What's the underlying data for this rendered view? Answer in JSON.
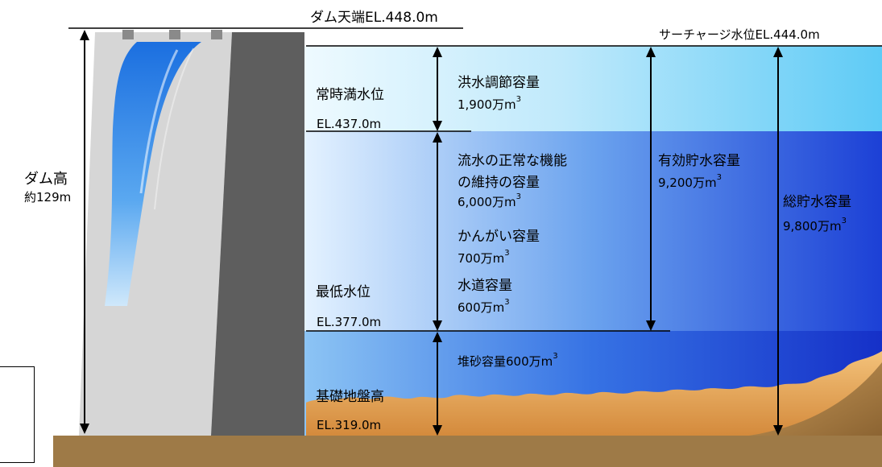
{
  "crest": {
    "text": "ダム天端EL.448.0m"
  },
  "surcharge": {
    "text": "サーチャージ水位EL.444.0m"
  },
  "dam_height": {
    "line1": "ダム高",
    "line2": "約129m"
  },
  "normal_level": {
    "name": "常時満水位",
    "el": "EL.437.0m"
  },
  "minimum_level": {
    "name": "最低水位",
    "el": "EL.377.0m"
  },
  "foundation": {
    "name": "基礎地盤高",
    "el": "EL.319.0m"
  },
  "flood_control": {
    "name": "洪水調節容量",
    "value": "1,900万m",
    "sup": "3"
  },
  "normal_function": {
    "line1": "流水の正常な機能",
    "line2": "の維持の容量",
    "value": "6,000万m",
    "sup": "3"
  },
  "irrigation": {
    "name": "かんがい容量",
    "value": "700万m",
    "sup": "3"
  },
  "water_supply": {
    "name": "水道容量",
    "value": "600万m",
    "sup": "3"
  },
  "sediment": {
    "text": "堆砂容量600万m",
    "sup": "3"
  },
  "effective": {
    "name": "有効貯水容量",
    "value": "9,200万m",
    "sup": "3"
  },
  "total": {
    "name": "総貯水容量",
    "value": "9,800万m",
    "sup": "3"
  },
  "colors": {
    "ground": "#9e7a47",
    "sediment": "#e0a054",
    "dam_dark": "#5e5e5e",
    "dam_light": "#d6d6d6",
    "water_top": "#6ed0f8",
    "water_deep": "#1e3ed8",
    "spill": "#3a8ee8"
  }
}
